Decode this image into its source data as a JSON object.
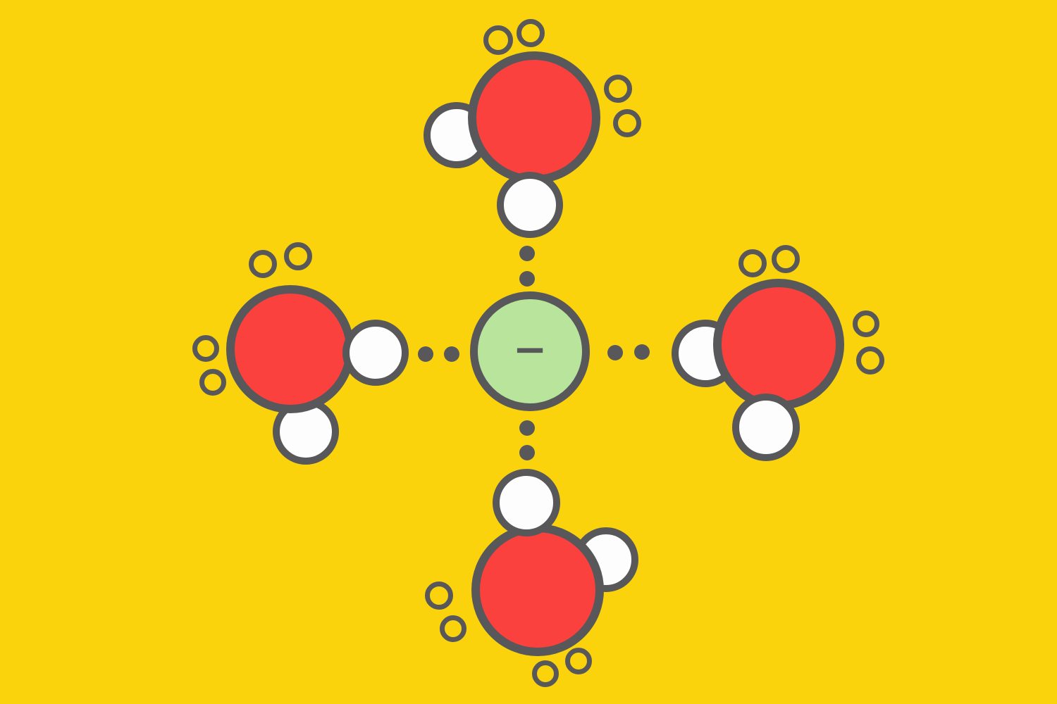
{
  "colors": {
    "background": "#FBD30C",
    "oxygen": "#FB413E",
    "hydrogen": "#FDFDFD",
    "ion": "#B9E49C",
    "outline": "#58585A"
  },
  "ion": {
    "type": "anion",
    "charge_label": "−"
  },
  "diagram": {
    "water_molecule_count": 4,
    "hydrogen_bond_dot_count": 8,
    "lone_pair_circles_per_molecule": 4
  }
}
